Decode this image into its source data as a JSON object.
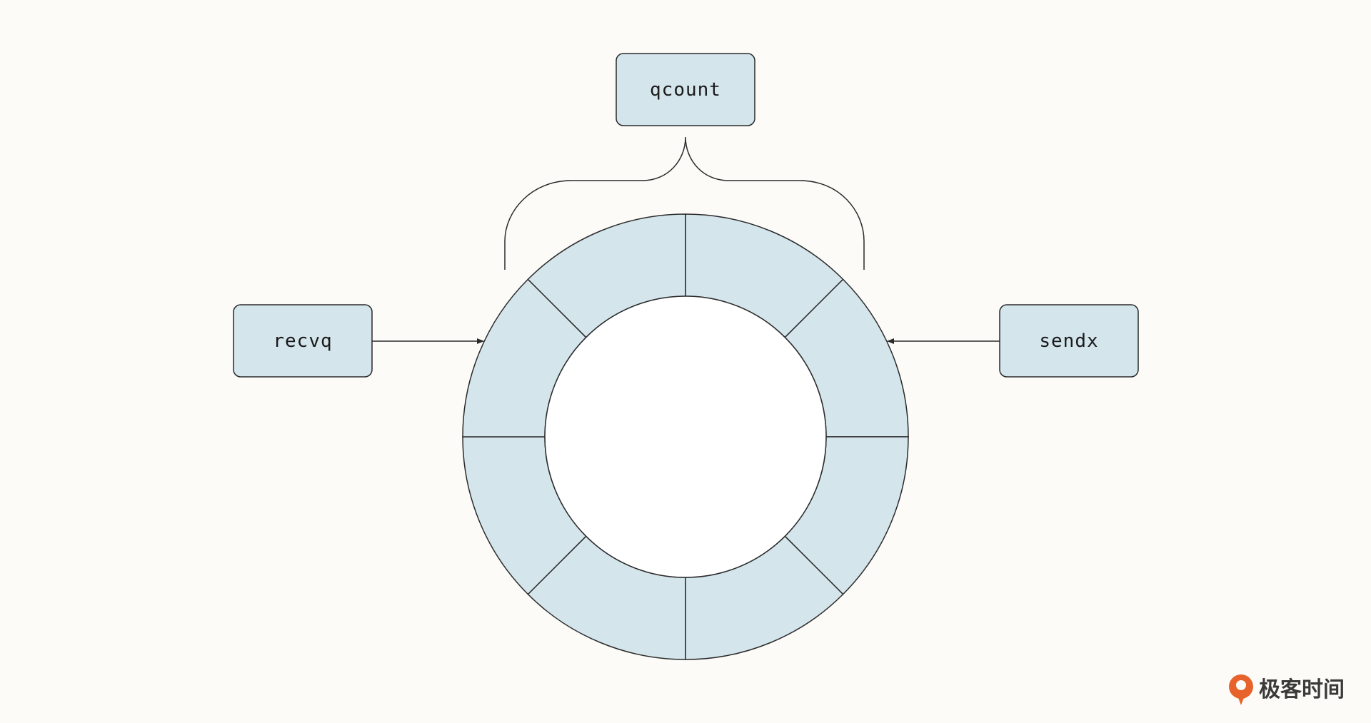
{
  "diagram": {
    "top_box": {
      "label": "qcount"
    },
    "left_box": {
      "label": "recvq"
    },
    "right_box": {
      "label": "sendx"
    },
    "ring": {
      "segment_count": 8
    }
  },
  "watermark": {
    "text": "极客时间",
    "accent_color": "#e8632b"
  },
  "colors": {
    "box_fill": "#d4e5ec",
    "segment_fill": "#d4e5ec",
    "stroke": "#2b2b2b",
    "background": "#fcfbf7",
    "inner_fill": "#ffffff"
  }
}
